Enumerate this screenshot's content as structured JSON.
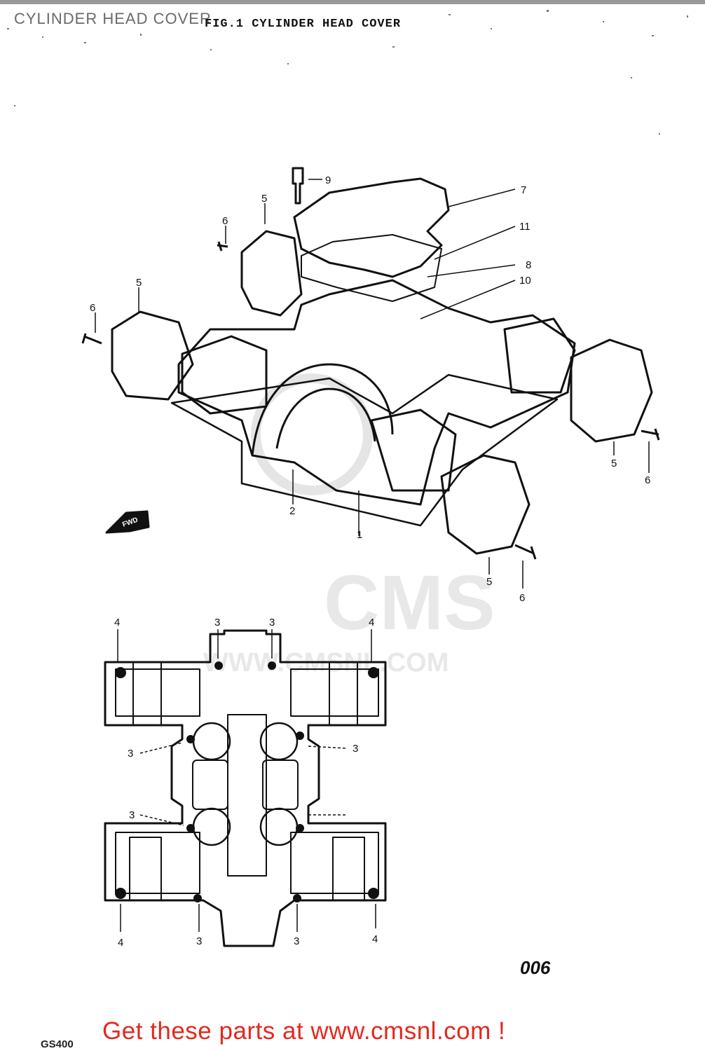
{
  "overlay_title": "CYLINDER HEAD COVER",
  "figure_title": "FIG.1  CYLINDER HEAD COVER",
  "watermark": {
    "brand": "CMS",
    "url": "WWW.CMSNL.COM"
  },
  "callouts_upper": [
    {
      "id": "c9",
      "label": "9"
    },
    {
      "id": "c7",
      "label": "7"
    },
    {
      "id": "c11",
      "label": "11"
    },
    {
      "id": "c8",
      "label": "8"
    },
    {
      "id": "c10",
      "label": "10"
    },
    {
      "id": "c5a",
      "label": "5"
    },
    {
      "id": "c6a",
      "label": "6"
    },
    {
      "id": "c5b",
      "label": "5"
    },
    {
      "id": "c6b",
      "label": "6"
    },
    {
      "id": "c5c",
      "label": "5"
    },
    {
      "id": "c6c",
      "label": "6"
    },
    {
      "id": "c5d",
      "label": "5"
    },
    {
      "id": "c6d",
      "label": "6"
    },
    {
      "id": "c2",
      "label": "2"
    },
    {
      "id": "c1",
      "label": "1"
    }
  ],
  "fwd_label": "FWD",
  "callouts_lower": [
    {
      "id": "l4a",
      "label": "4"
    },
    {
      "id": "l3a",
      "label": "3"
    },
    {
      "id": "l3b",
      "label": "3"
    },
    {
      "id": "l4b",
      "label": "4"
    },
    {
      "id": "l3c",
      "label": "3"
    },
    {
      "id": "l3d",
      "label": "3"
    },
    {
      "id": "l3e",
      "label": "3"
    },
    {
      "id": "l4c",
      "label": "4"
    },
    {
      "id": "l3f",
      "label": "3"
    },
    {
      "id": "l3g",
      "label": "3"
    },
    {
      "id": "l4d",
      "label": "4"
    }
  ],
  "diagram_code": "006",
  "model_code": "GS400",
  "cta": "Get these parts at www.cmsnl.com !",
  "colors": {
    "cta": "#e4281e",
    "ink": "#111111",
    "watermark": "#d9d9d9"
  }
}
